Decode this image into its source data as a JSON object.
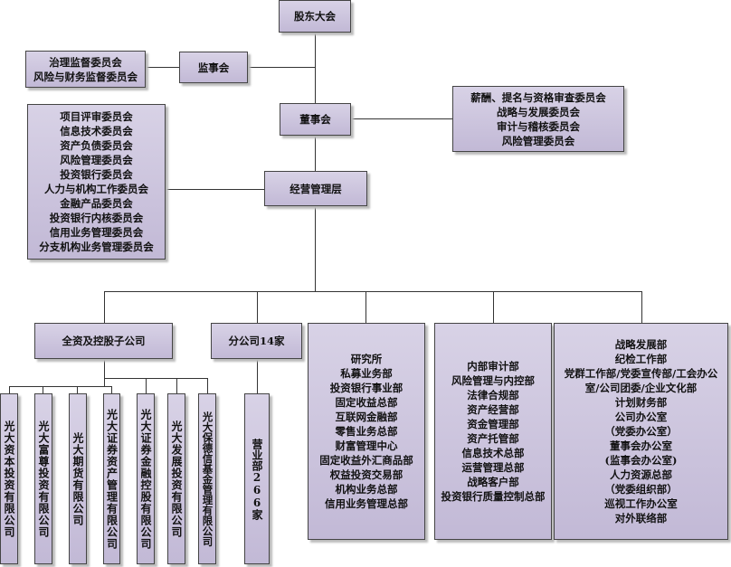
{
  "shareholders": "股东大会",
  "supervisory_committees": [
    "治理监督委员会",
    "风险与财务监督委员会"
  ],
  "supervisory_board": "监事会",
  "board": "董事会",
  "board_committees": [
    "薪酬、提名与资格审查委员会",
    "战略与发展委员会",
    "审计与稽核委员会",
    "风险管理委员会"
  ],
  "management": "经营管理层",
  "management_committees": [
    "项目评审委员会",
    "信息技术委员会",
    "资产负债委员会",
    "风险管理委员会",
    "投资银行委员会",
    "人力与机构工作委员会",
    "金融产品委员会",
    "投资银行内核委员会",
    "信用业务管理委员会",
    "分支机构业务管理委员会"
  ],
  "subsidiaries_label": "全资及控股子公司",
  "branches_label": "分公司14家",
  "subsidiaries": [
    "光大资本投资有限公司",
    "光大富尊投资有限公司",
    "光大期货有限公司",
    "光大证券资产管理有限公司",
    "光大证券金融控股有限公司",
    "光大发展投资有限公司",
    "光大保德信基金管理有限公司"
  ],
  "sales_offices": "营业部266家",
  "business_departments": [
    "研究所",
    "私募业务部",
    "投资银行事业部",
    "固定收益总部",
    "互联网金融部",
    "零售业务总部",
    "财富管理中心",
    "固定收益外汇商品部",
    "权益投资交易部",
    "机构业务总部",
    "信用业务管理总部"
  ],
  "control_departments": [
    "内部审计部",
    "风险管理与内控部",
    "法律合规部",
    "资产经营部",
    "资金管理部",
    "资产托管部",
    "信息技术总部",
    "运营管理总部",
    "战略客户部",
    "投资银行质量控制总部"
  ],
  "admin_departments": [
    "战略发展部",
    "纪检工作部",
    "党群工作部/党委宣传部/工会办公室/公司团委/企业文化部",
    "计划财务部",
    "公司办公室",
    "（党委办公室）",
    "董事会办公室",
    "(监事会办公室)",
    "人力资源总部",
    "（党委组织部）",
    "巡视工作办公室",
    "对外联络部"
  ]
}
